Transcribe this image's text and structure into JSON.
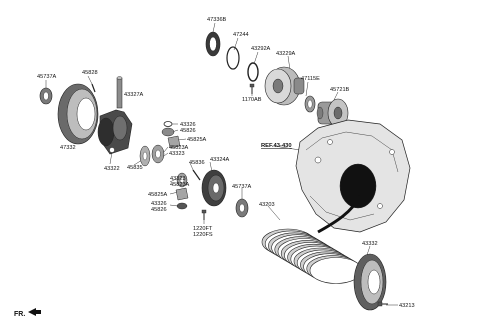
{
  "diagram": {
    "ref_label": "REF.43-430",
    "fr_label": "FR.",
    "part_labels": {
      "p47336b": "47336B",
      "p47244": "47244",
      "p43292a": "43292A",
      "p43229a": "43229A",
      "p47115e": "47115E",
      "p1170ab": "1170AB",
      "p45721b": "45721B",
      "p45737a_top": "45737A",
      "p45828": "45828",
      "p43327a": "43327A",
      "p47332": "47332",
      "p43322": "43322",
      "p43326_top": "43326",
      "p45826_top": "45826",
      "p45825a_top": "45825A",
      "p45823a_top": "45823A",
      "p43323_top": "43323",
      "p45835": "45835",
      "p45836": "45836",
      "p43323_mid": "43323",
      "p45823a_mid": "45823A",
      "p43324a": "43324A",
      "p45737a_bot": "45737A",
      "p45825a_bot": "45825A",
      "p43326_bot": "43326",
      "p45826_bot": "45826",
      "p1220ft": "1220FT",
      "p1220fs": "1220FS",
      "p43203": "43203",
      "p43332": "43332",
      "p43213": "43213"
    }
  }
}
